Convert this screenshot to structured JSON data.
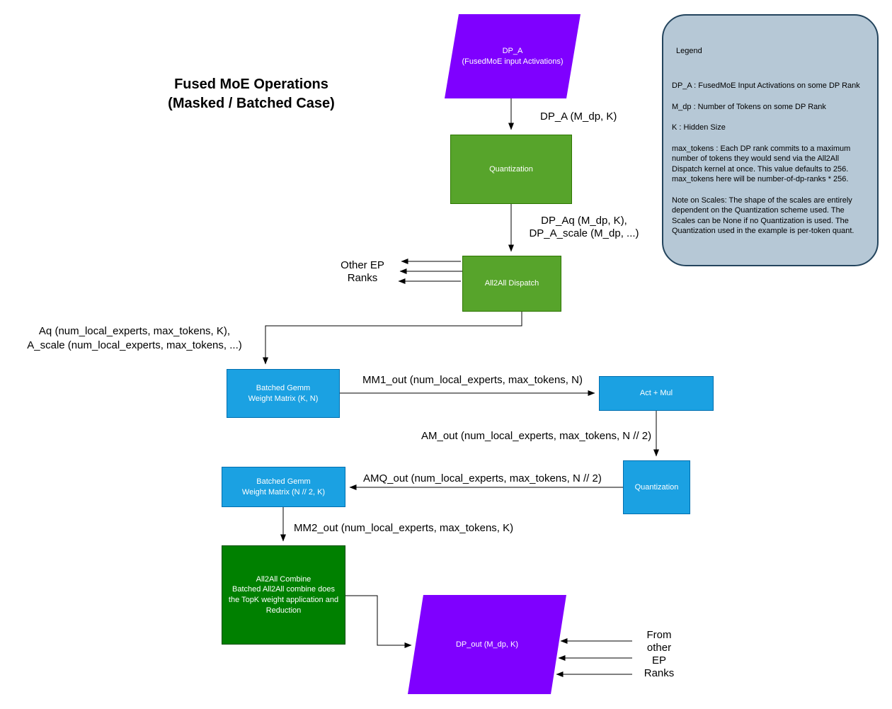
{
  "title": "Fused MoE Operations\n(Masked / Batched Case)",
  "nodes": {
    "dp_a": "DP_A\n(FusedMoE input Activations)",
    "quantization_top": "Quantization",
    "all2all_dispatch": "All2All Dispatch",
    "batched_gemm_1": "Batched Gemm\nWeight Matrix (K, N)",
    "act_mul": "Act + Mul",
    "quantization_mid": "Quantization",
    "batched_gemm_2": "Batched Gemm\nWeight Matrix (N // 2, K)",
    "all2all_combine": "All2All Combine\nBatched All2All combine does\nthe TopK weight application and\nReduction",
    "dp_out": "DP_out (M_dp, K)"
  },
  "edge_labels": {
    "dp_a_out": "DP_A (M_dp, K)",
    "dp_aq_out": "DP_Aq (M_dp, K),\nDP_A_scale (M_dp, ...)",
    "other_ep_ranks": "Other EP\nRanks",
    "aq_out": "Aq (num_local_experts, max_tokens, K),\nA_scale (num_local_experts, max_tokens, ...)",
    "mm1_out": "MM1_out (num_local_experts, max_tokens, N)",
    "am_out": "AM_out (num_local_experts, max_tokens, N // 2)",
    "amq_out": "AMQ_out (num_local_experts, max_tokens, N // 2)",
    "mm2_out": "MM2_out (num_local_experts, max_tokens, K)",
    "from_other_ep_ranks": "From\nother\nEP\nRanks"
  },
  "legend": {
    "title": "Legend",
    "items": [
      "DP_A : FusedMoE Input Activations on some DP Rank",
      "M_dp : Number of Tokens on some DP Rank",
      "K : Hidden Size",
      "max_tokens : Each DP rank commits to a maximum number of tokens they would send via the All2All Dispatch kernel at once. This value defaults to 256. max_tokens here will be number-of-dp-ranks * 256.",
      "Note on Scales: The shape of the scales are entirely dependent on the Quantization scheme used. The Scales can be None if no Quantization is used. The Quantization used in the example is per-token quant."
    ]
  },
  "colors": {
    "node_purple": "#7f00ff",
    "node_green": "#57a42b",
    "node_dark_green": "#008000",
    "node_blue": "#1ba1e2",
    "legend_fill": "#b6c8d6",
    "legend_border": "#23445d",
    "edge": "#000000"
  }
}
